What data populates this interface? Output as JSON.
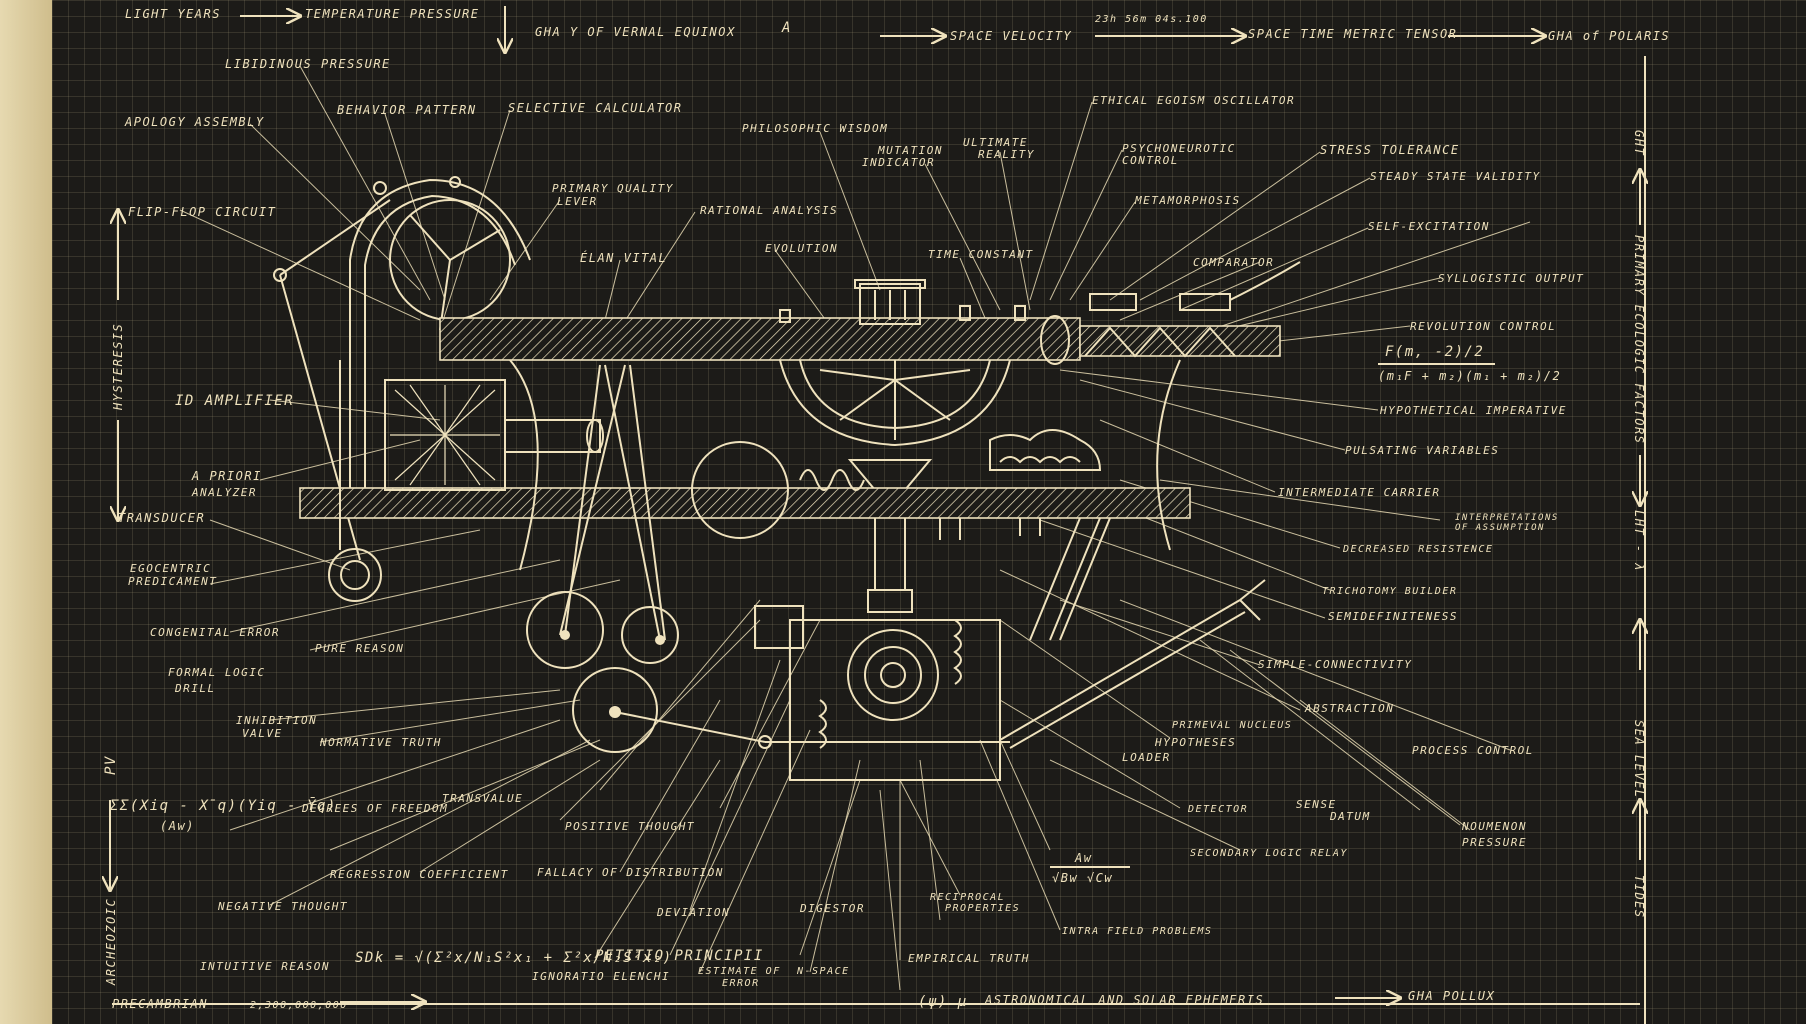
{
  "top": {
    "light_years": "LIGHT YEARS",
    "temperature_pressure": "TEMPERATURE PRESSURE",
    "gha_vernal": "GHA Υ OF VERNAL EQUINOX",
    "a_mark": "A",
    "time_mark": "23h 56m 04s.100",
    "space_velocity": "SPACE VELOCITY",
    "metric_tensor": "SPACE TIME METRIC TENSOR",
    "gha_polaris": "GHA of POLARIS"
  },
  "right_margin": {
    "ght": "GHT",
    "primary_ecologic": "PRIMARY ECOLOGIC FACTORS",
    "lht": "LHT - λ",
    "sea_level": "SEA LEVEL",
    "tides": "TIDES"
  },
  "left_margin": {
    "hysteresis": "HYSTERESIS",
    "pv": "PV",
    "archeozoic": "ARCHEOZOIC"
  },
  "bottom": {
    "precambrian": "PRECAMBRIAN",
    "years": "2,300,000,000",
    "psi": "(ψ) μ",
    "ephemeris": "ASTRONOMICAL AND SOLAR EPHEMERIS",
    "gha_pollux": "GHA POLLUX"
  },
  "formulas": {
    "f_top": "F(m, -2)/2",
    "f_bottom": "(m₁F + m₂)(m₁ + m₂)/2",
    "sum_formula": "ΣΣ(Xiq - X̄q)(Yiq - Ȳq)",
    "aw_left": "(Aw)",
    "aw_top": "Aw",
    "aw_bottom": "√Bw √Cw",
    "sd_formula": "SDk = √(Σ²x/N₁S²x₁ + Σ²x/N₂S²x₂)"
  },
  "labels": {
    "libidinous_pressure": "LIBIDINOUS PRESSURE",
    "apology_assembly": "APOLOGY ASSEMBLY",
    "behavior_pattern": "BEHAVIOR PATTERN",
    "selective_calculator": "SELECTIVE CALCULATOR",
    "philosophic_wisdom": "PHILOSOPHIC WISDOM",
    "mutation_indicator_1": "MUTATION",
    "mutation_indicator_2": "INDICATOR",
    "ultimate_reality_1": "ULTIMATE",
    "ultimate_reality_2": "REALITY",
    "ethical_egoism": "ETHICAL EGOISM OSCILLATOR",
    "psychoneurotic_1": "PSYCHONEUROTIC",
    "psychoneurotic_2": "CONTROL",
    "stress_tolerance": "STRESS TOLERANCE",
    "steady_state": "STEADY STATE VALIDITY",
    "metamorphosis": "METAMORPHOSIS",
    "self_excitation": "SELF-EXCITATION",
    "primary_quality_1": "PRIMARY QUALITY",
    "primary_quality_2": "LEVER",
    "rational_analysis": "RATIONAL ANALYSIS",
    "flip_flop": "FLIP-FLOP CIRCUIT",
    "elan_vital": "ÉLAN VITAL",
    "evolution": "EVOLUTION",
    "time_constant": "TIME CONSTANT",
    "comparator": "COMPARATOR",
    "syllogistic_output": "SYLLOGISTIC OUTPUT",
    "revolution_control": "REVOLUTION CONTROL",
    "id_amplifier": "ID AMPLIFIER",
    "hypothetical_imperative": "HYPOTHETICAL IMPERATIVE",
    "pulsating_variables": "PULSATING VARIABLES",
    "a_priori_1": "A PRIORI",
    "a_priori_2": "ANALYZER",
    "transducer": "TRANSDUCER",
    "intermediate_carrier": "INTERMEDIATE CARRIER",
    "interpretations_1": "INTERPRETATIONS",
    "interpretations_2": "OF ASSUMPTION",
    "decreased_resistence": "DECREASED RESISTENCE",
    "egocentric_1": "EGOCENTRIC",
    "egocentric_2": "PREDICAMENT",
    "trichotomy_builder": "TRICHOTOMY BUILDER",
    "semidefiniteness": "SEMIDEFINITENESS",
    "congenital_error": "CONGENITAL ERROR",
    "pure_reason": "PURE REASON",
    "formal_logic_1": "FORMAL LOGIC",
    "formal_logic_2": "DRILL",
    "simple_connectivity": "SIMPLE-CONNECTIVITY",
    "abstraction": "ABSTRACTION",
    "inhibition_1": "INHIBITION",
    "inhibition_2": "VALVE",
    "normative_truth": "NORMATIVE TRUTH",
    "primeval_nucleus": "PRIMEVAL NUCLEUS",
    "hypotheses_1": "HYPOTHESES",
    "hypotheses_2": "LOADER",
    "process_control": "PROCESS CONTROL",
    "degrees_of_freedom": "DEGREES OF FREEDOM",
    "transvalue": "TRANSVALUE",
    "positive_thought": "POSITIVE THOUGHT",
    "detector": "DETECTOR",
    "sense_datum_1": "SENSE",
    "sense_datum_2": "DATUM",
    "noumenon_1": "NOUMENON",
    "noumenon_2": "PRESSURE",
    "regression_coefficient": "REGRESSION COEFFICIENT",
    "fallacy": "FALLACY OF DISTRIBUTION",
    "secondary_logic": "SECONDARY LOGIC RELAY",
    "negative_thought": "NEGATIVE THOUGHT",
    "deviation": "DEVIATION",
    "digestor": "DIGESTOR",
    "reciprocal_1": "RECIPROCAL",
    "reciprocal_2": "PROPERTIES",
    "intra_field": "INTRA FIELD PROBLEMS",
    "intuitive_reason": "INTUITIVE REASON",
    "petitio_principii": "PETITIO PRINCIPII",
    "empirical_truth": "EMPIRICAL TRUTH",
    "ignoratio_elenchi": "IGNORATIO ELENCHI",
    "estimate_1": "ESTIMATE OF",
    "estimate_2": "ERROR",
    "n_space": "N-SPACE"
  }
}
